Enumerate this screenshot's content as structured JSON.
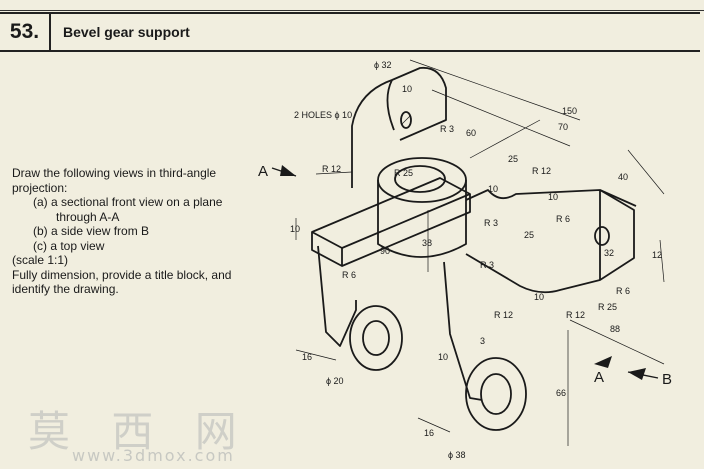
{
  "exercise": {
    "number": "53.",
    "title": "Bevel gear support"
  },
  "instructions": {
    "line1": "Draw the following views in third-angle",
    "line2": "projection:",
    "item_a1": "(a) a sectional front view on a plane",
    "item_a2": "through A-A",
    "item_b": "(b) a side view from B",
    "item_c": "(c) a top view",
    "scale": "(scale 1:1)",
    "line3": "Fully dimension, provide a title block, and",
    "line4": "identify the drawing."
  },
  "dimensions": {
    "d32": "ϕ 32",
    "holes": "2 HOLES ϕ 10",
    "d10a": "10",
    "r3a": "R 3",
    "d60": "60",
    "d150": "150",
    "d70": "70",
    "d25a": "25",
    "r12a": "R 12",
    "d40": "40",
    "r12b": "R 12",
    "r25a": "R 25",
    "d10b": "10",
    "r3b": "R 3",
    "d10c": "10",
    "r6a": "R 6",
    "d25b": "25",
    "d10d": "10",
    "d90": "90",
    "d38": "38",
    "r3c": "R 3",
    "d32b": "32",
    "d12": "12",
    "r6b": "R 6",
    "r6c": "R 6",
    "d10e": "10",
    "r25b": "R 25",
    "r12c": "R 12",
    "r12d": "R 12",
    "d88": "88",
    "d3": "3",
    "d16a": "16",
    "d10f": "10",
    "d20": "ϕ 20",
    "d66": "66",
    "d16b": "16",
    "d38b": "ϕ 38"
  },
  "section_labels": {
    "a_left": "A",
    "a_right": "A",
    "b": "B"
  },
  "watermark": {
    "text": "莫 西 网",
    "url": "www.3dmox.com"
  }
}
